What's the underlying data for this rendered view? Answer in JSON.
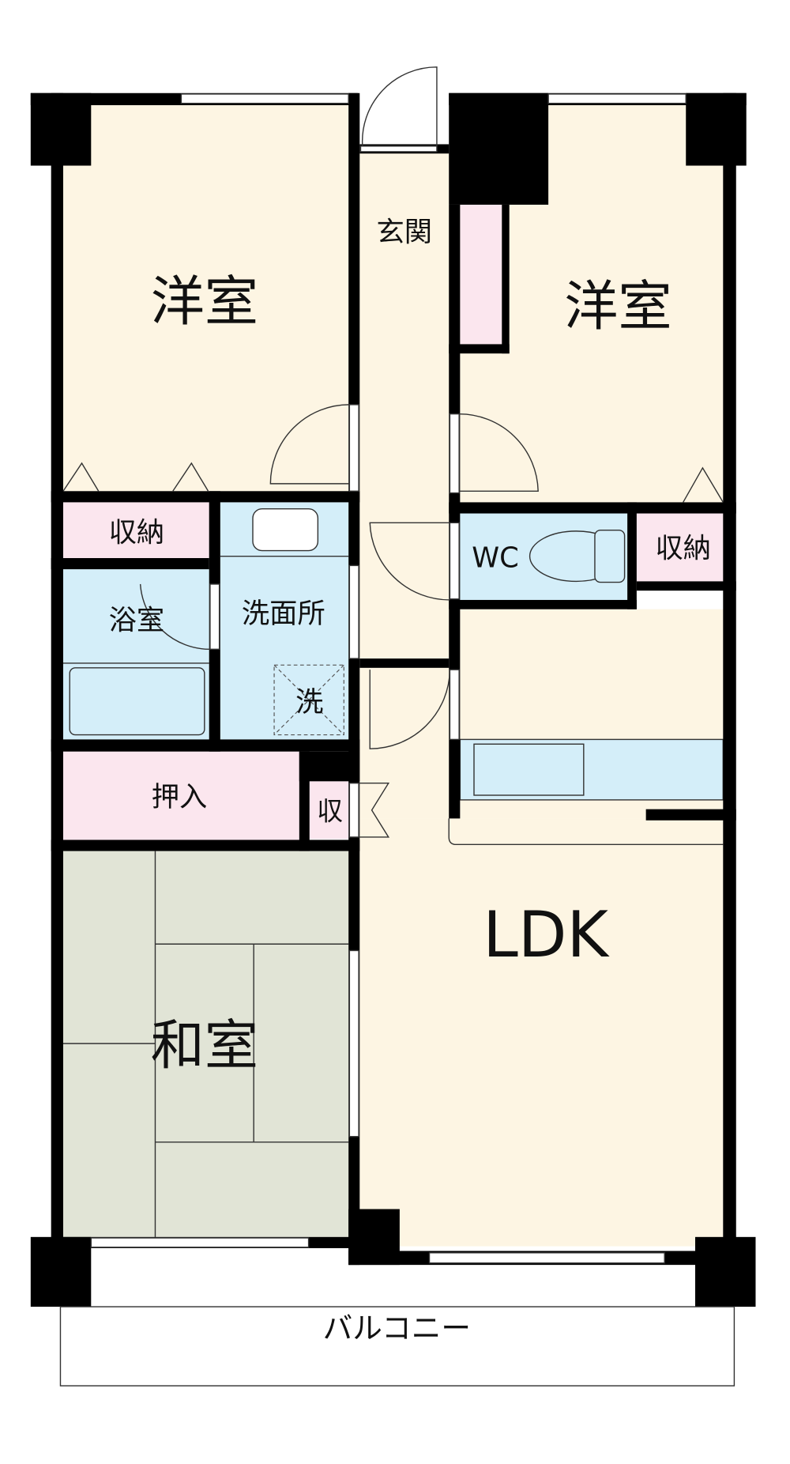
{
  "colors": {
    "western_room": "#fdf5e3",
    "storage": "#fbe6ee",
    "wet_area": "#d4eef9",
    "tatami": "#e1e4d6",
    "wall": "#000000"
  },
  "rooms": {
    "western_room_left": "洋室",
    "western_room_right": "洋室",
    "entrance": "玄関",
    "storage_left": "収納",
    "bathroom": "浴室",
    "washroom": "洗面所",
    "washer": "洗",
    "toilet": "WC",
    "storage_right": "収納",
    "closet": "押入",
    "small_storage": "収",
    "ldk": "LDK",
    "japanese_room": "和室",
    "balcony": "バルコニー"
  }
}
